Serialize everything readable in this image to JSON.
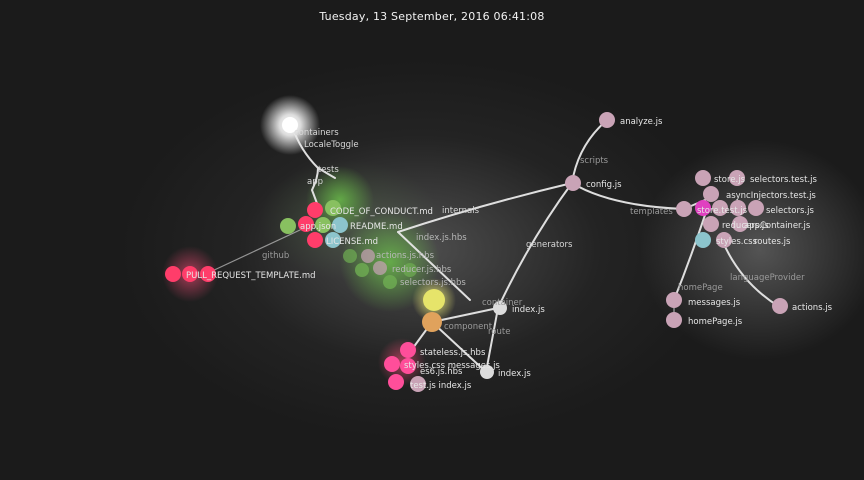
{
  "timestamp": "Tuesday, 13 September, 2016 06:41:08",
  "colors": {
    "edge": "#e8e8e8",
    "dir_label": "#9a9a9a",
    "file_label": "#e6e6e6",
    "js": "#c9a3b6",
    "md": "#ff3d6a",
    "json": "#88c060",
    "hbs": "#ff4e9a",
    "css": "#8cc4cc",
    "yellow": "#e6e46a",
    "orange": "#e0a25c",
    "magenta": "#e040c0"
  },
  "directory_labels": [
    {
      "id": "containers",
      "text": "containers"
    },
    {
      "id": "localetoggle",
      "text": "LocaleToggle"
    },
    {
      "id": "tests",
      "text": "tests"
    },
    {
      "id": "app",
      "text": "app"
    },
    {
      "id": "internals",
      "text": "internals"
    },
    {
      "id": "scripts",
      "text": "scripts"
    },
    {
      "id": "templates",
      "text": "templates"
    },
    {
      "id": "generators",
      "text": "generators"
    },
    {
      "id": "github",
      "text": "github"
    },
    {
      "id": "container",
      "text": "container"
    },
    {
      "id": "component",
      "text": "component"
    },
    {
      "id": "route",
      "text": "route"
    },
    {
      "id": "homepage",
      "text": "homePage"
    },
    {
      "id": "languageprovider",
      "text": "languageProvider"
    }
  ],
  "file_labels": [
    {
      "id": "analyze",
      "text": "analyze.js"
    },
    {
      "id": "configjs",
      "text": "config.js"
    },
    {
      "id": "storejs",
      "text": "store.js"
    },
    {
      "id": "selectorstest",
      "text": "selectors.test.js"
    },
    {
      "id": "asyncinjectors",
      "text": "asyncInjectors.test.js"
    },
    {
      "id": "storetest",
      "text": "store.test.js"
    },
    {
      "id": "selectorsjs",
      "text": "selectors.js"
    },
    {
      "id": "reducers",
      "text": "reducers.js"
    },
    {
      "id": "appcontainer",
      "text": "appContainer.js"
    },
    {
      "id": "stylescss",
      "text": "styles.css"
    },
    {
      "id": "routesjs",
      "text": "routes.js"
    },
    {
      "id": "messages",
      "text": "messages.js"
    },
    {
      "id": "homepagejs",
      "text": "homePage.js"
    },
    {
      "id": "actions",
      "text": "actions.js"
    },
    {
      "id": "codeofconduct",
      "text": "CODE_OF_CONDUCT.md"
    },
    {
      "id": "readme",
      "text": "README.md"
    },
    {
      "id": "appjson",
      "text": "app.json"
    },
    {
      "id": "license",
      "text": "LICENSE.md"
    },
    {
      "id": "pulltemplate",
      "text": "PULL_REQUEST_TEMPLATE.md"
    },
    {
      "id": "indexjs1",
      "text": "index.js"
    },
    {
      "id": "stateless",
      "text": "stateless.js.hbs"
    },
    {
      "id": "stylesmessages",
      "text": "styles.css messages.js"
    },
    {
      "id": "eshbs",
      "text": "es6.js.hbs"
    },
    {
      "id": "testindex",
      "text": "test.js index.js"
    },
    {
      "id": "indexjs2",
      "text": "index.js"
    },
    {
      "id": "indexjshbs",
      "text": "index.js.hbs"
    },
    {
      "id": "actionshbs",
      "text": "actions.js.hbs"
    },
    {
      "id": "reducerhbs",
      "text": "reducer.js.hbs"
    },
    {
      "id": "selectorshbs",
      "text": "selectors.js.hbs"
    }
  ]
}
